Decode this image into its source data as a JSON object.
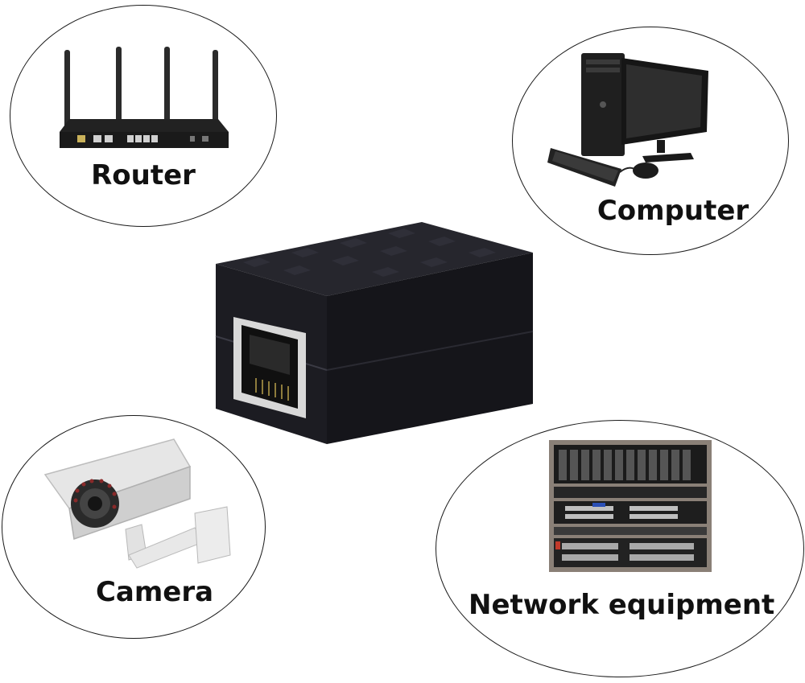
{
  "labels": {
    "router": "Router",
    "computer": "Computer",
    "camera": "Camera",
    "network_equipment": "Network equipment"
  },
  "colors": {
    "adapter_body": "#1c1c22",
    "port_frame": "#d8d8d8",
    "outline": "#1a1a1a",
    "text": "#111111",
    "background": "#ffffff"
  },
  "icons": {
    "router": "router-icon",
    "computer": "desktop-computer-icon",
    "camera": "security-camera-icon",
    "network_equipment": "server-rack-icon",
    "center": "rj45-coupler-icon"
  }
}
